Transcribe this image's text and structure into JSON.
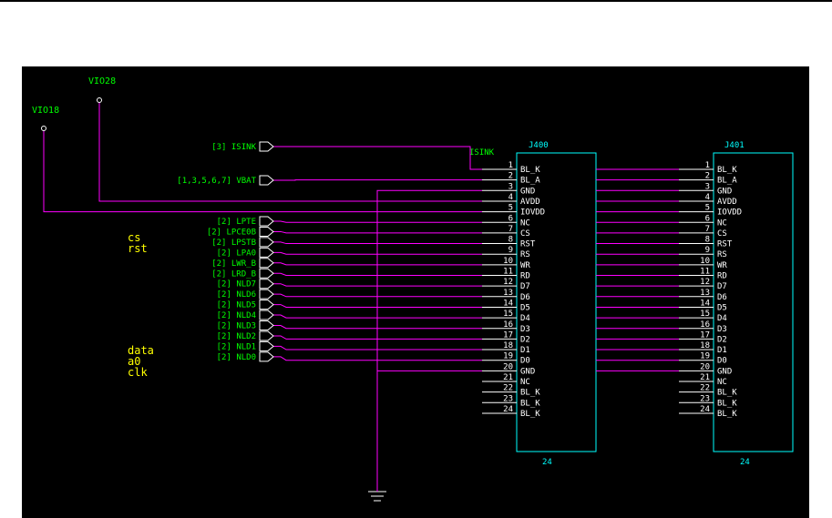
{
  "colors": {
    "background": "#000000",
    "wire": "#ff00ff",
    "netlabel": "#00ff00",
    "pin": "#ffffff",
    "component": "#00ffff",
    "signal_note": "#ffff00"
  },
  "power_labels": [
    "VIO28",
    "VIO18"
  ],
  "ports": [
    {
      "ref": "[3]",
      "net": "ISINK"
    },
    {
      "ref": "[1,3,5,6,7]",
      "net": "VBAT"
    },
    {
      "ref": "[2]",
      "net": "LPTE"
    },
    {
      "ref": "[2]",
      "net": "LPCE0B"
    },
    {
      "ref": "[2]",
      "net": "LPSTB"
    },
    {
      "ref": "[2]",
      "net": "LPA0"
    },
    {
      "ref": "[2]",
      "net": "LWR_B"
    },
    {
      "ref": "[2]",
      "net": "LRD_B"
    },
    {
      "ref": "[2]",
      "net": "NLD7"
    },
    {
      "ref": "[2]",
      "net": "NLD6"
    },
    {
      "ref": "[2]",
      "net": "NLD5"
    },
    {
      "ref": "[2]",
      "net": "NLD4"
    },
    {
      "ref": "[2]",
      "net": "NLD3"
    },
    {
      "ref": "[2]",
      "net": "NLD2"
    },
    {
      "ref": "[2]",
      "net": "NLD1"
    },
    {
      "ref": "[2]",
      "net": "NLD0"
    }
  ],
  "wire_label": "ISINK",
  "signal_notes": [
    "cs",
    "rst",
    "data",
    "a0",
    "clk"
  ],
  "connectors": [
    {
      "ref": "J400",
      "value": "24"
    },
    {
      "ref": "J401",
      "value": "24"
    }
  ],
  "pin_names": [
    "BL_K",
    "BL_A",
    "GND",
    "AVDD",
    "IOVDD",
    "NC",
    "CS",
    "RST",
    "RS",
    "WR",
    "RD",
    "D7",
    "D6",
    "D5",
    "D4",
    "D3",
    "D2",
    "D1",
    "D0",
    "GND",
    "NC",
    "BL_K",
    "BL_K",
    "BL_K"
  ],
  "pin_numbers": [
    "1",
    "2",
    "3",
    "4",
    "5",
    "6",
    "7",
    "8",
    "9",
    "10",
    "11",
    "12",
    "13",
    "14",
    "15",
    "16",
    "17",
    "18",
    "19",
    "20",
    "21",
    "22",
    "23",
    "24"
  ]
}
